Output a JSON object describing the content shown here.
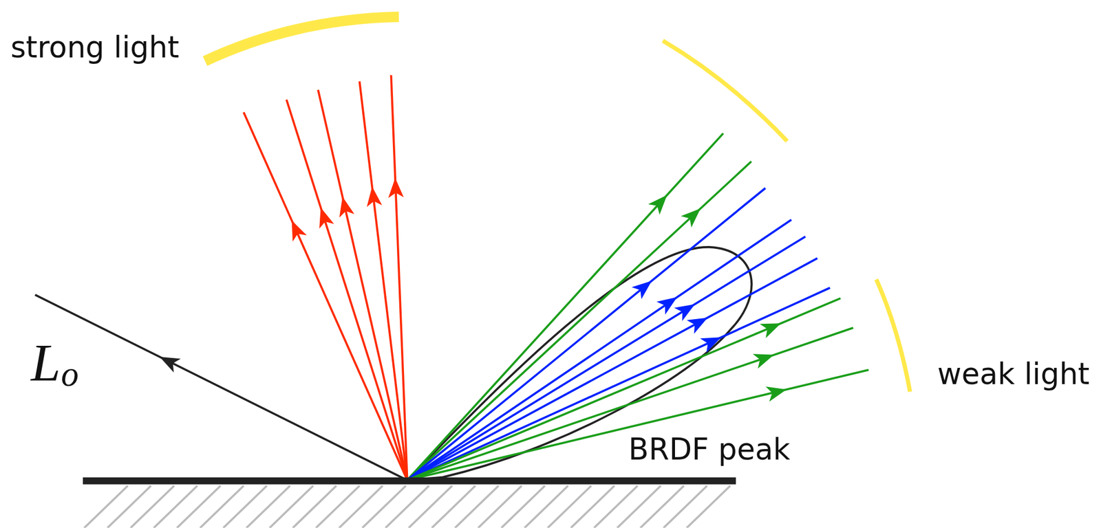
{
  "diagram": {
    "labels": [
      "strong light",
      "L",
      "o",
      "weak light",
      "BRDF peak"
    ]
  }
}
